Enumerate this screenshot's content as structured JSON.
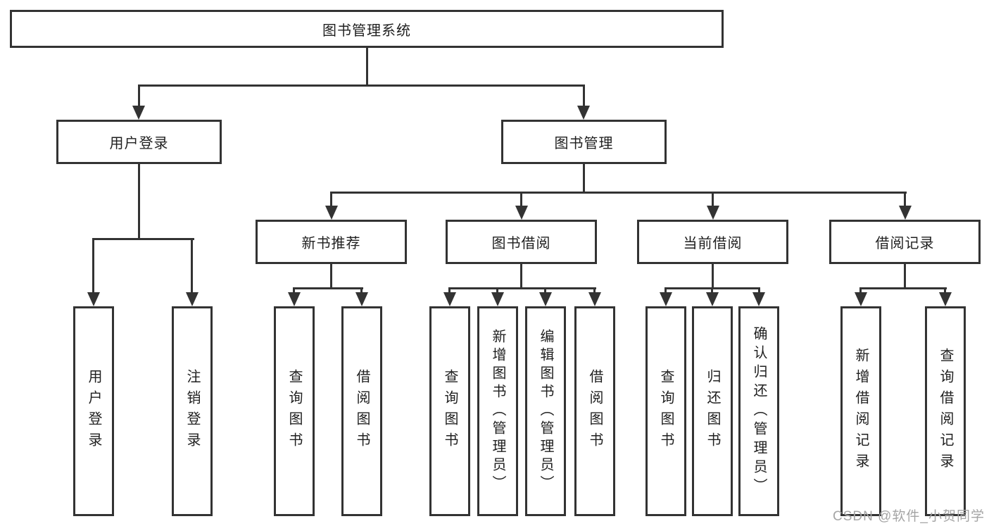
{
  "colors": {
    "line": "#333333",
    "text": "#1f1f1f",
    "watermark": "#a5a5a5"
  },
  "tree": {
    "root": "图书管理系统",
    "level2": [
      "用户登录",
      "图书管理"
    ],
    "level3": [
      "新书推荐",
      "图书借阅",
      "当前借阅",
      "借阅记录"
    ],
    "leaves": {
      "user_login": [
        "用户登录",
        "注销登录"
      ],
      "new_book": [
        "查询图书",
        "借阅图书"
      ],
      "book_borrow": [
        "查询图书",
        "新增图书（管理员）",
        "编辑图书（管理员）",
        "借阅图书"
      ],
      "current_borrow": [
        "查询图书",
        "归还图书",
        "确认归还（管理员）"
      ],
      "borrow_records": [
        "新增借阅记录",
        "查询借阅记录"
      ]
    }
  },
  "watermark": "CSDN @软件_小贺同学"
}
